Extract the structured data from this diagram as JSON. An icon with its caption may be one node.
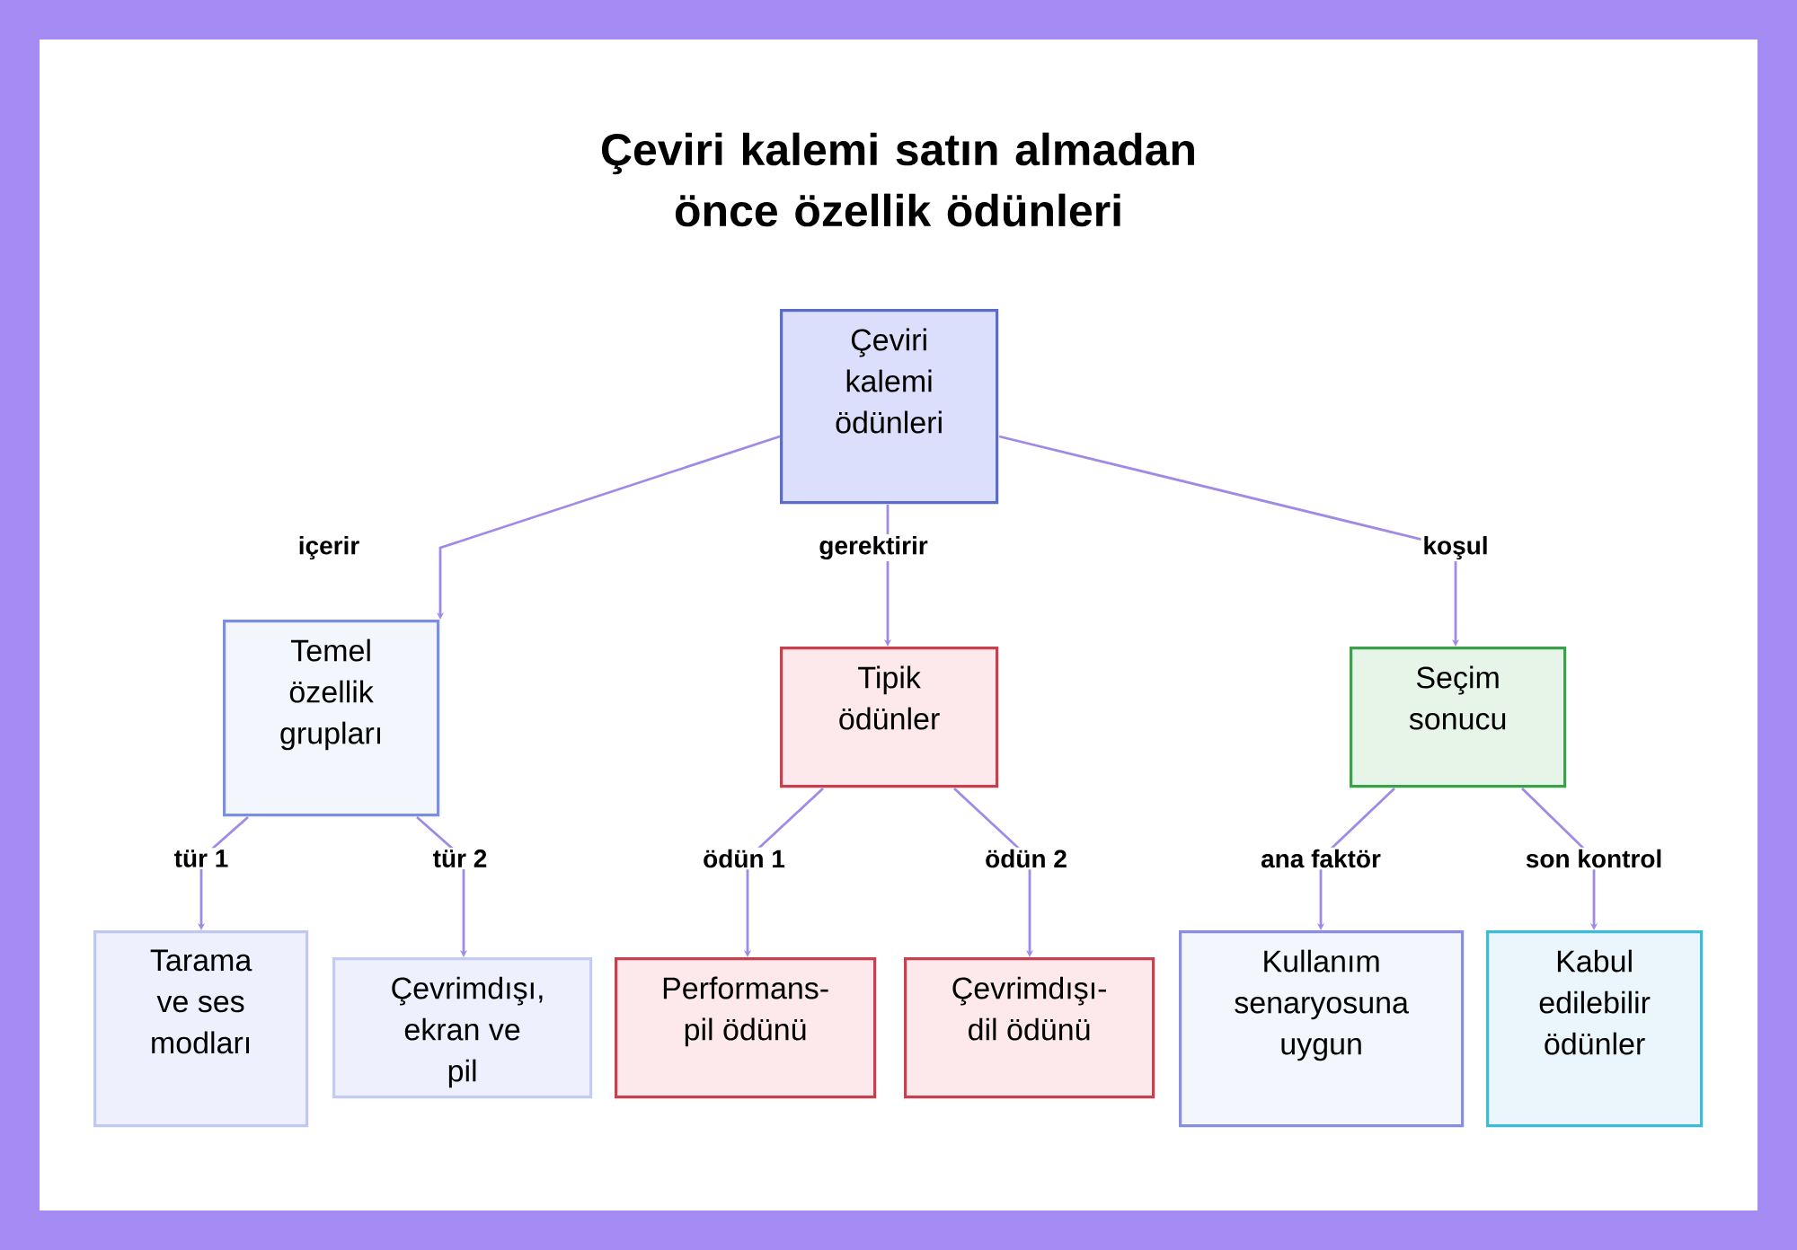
{
  "diagram": {
    "title": "Çeviri kalemi satın almadan önce özellik ödünleri",
    "nodes": [
      {
        "text": [
          "Çeviri kalemi ödünleri"
        ]
      },
      {
        "text": [
          "Temel özellik grupları"
        ]
      },
      {
        "text": [
          "Tipik ödünler"
        ]
      },
      {
        "text": [
          "Seçim sonucu"
        ]
      },
      {
        "text": [
          "Tarama ve ses modları"
        ]
      },
      {
        "text": [
          "Çevrimdışı, ekran ve pil"
        ]
      },
      {
        "text": [
          "Performans- pil ödünü"
        ]
      },
      {
        "text": [
          "Çevrimdışı- dil ödünü"
        ]
      },
      {
        "text": [
          "Kullanım senaryosuna uygun"
        ]
      },
      {
        "text": [
          "Kabul edilebilir ödünler"
        ]
      }
    ],
    "edges": [
      {
        "from": 0,
        "to": 1,
        "arrow": "to",
        "label": "içerir"
      },
      {
        "from": 0,
        "to": 2,
        "arrow": "to",
        "label": "gerektirir"
      },
      {
        "from": 0,
        "to": 3,
        "arrow": "to",
        "label": "koşul"
      },
      {
        "from": 1,
        "to": 4,
        "arrow": "to",
        "label": "tür 1"
      },
      {
        "from": 1,
        "to": 5,
        "arrow": "to",
        "label": "tür 2"
      },
      {
        "from": 2,
        "to": 6,
        "arrow": "to",
        "label": "ödün 1"
      },
      {
        "from": 2,
        "to": 7,
        "arrow": "to",
        "label": "ödün 2"
      },
      {
        "from": 3,
        "to": 8,
        "arrow": "to",
        "label": "ana faktör"
      },
      {
        "from": 3,
        "to": 9,
        "arrow": "to",
        "label": "son kontrol"
      }
    ]
  }
}
